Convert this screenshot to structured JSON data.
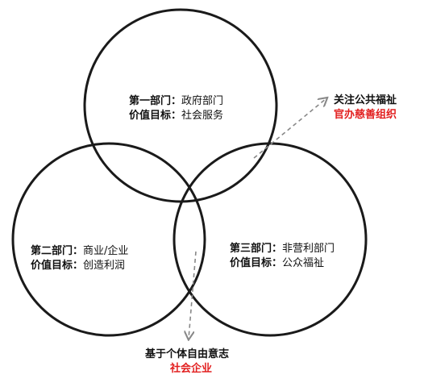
{
  "sectors": [
    {
      "dept_label": "第一部门：",
      "dept_value": "政府部门",
      "goal_label": "价值目标：",
      "goal_value": "社会服务"
    },
    {
      "dept_label": "第二部门：",
      "dept_value": "商业/企业",
      "goal_label": "价值目标：",
      "goal_value": "创造利润"
    },
    {
      "dept_label": "第三部门：",
      "dept_value": "非营利部门",
      "goal_label": "价值目标：",
      "goal_value": "公众福祉"
    }
  ],
  "callouts": {
    "top_right": {
      "line1": "关注公共福祉",
      "line2": "官办慈善组织"
    },
    "bottom": {
      "line1": "基于个体自由意志",
      "line2": "社会企业"
    }
  },
  "colors": {
    "circle": "#1a1a1a",
    "arrow": "#888888",
    "highlight": "#e21e1e"
  }
}
